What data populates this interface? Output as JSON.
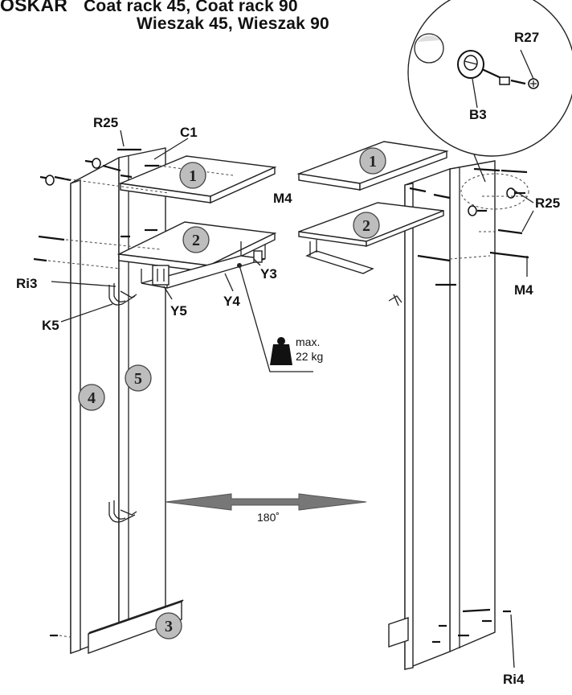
{
  "header": {
    "brand": "OSKAR",
    "subtitle_line1": "Coat rack 45, Coat rack 90",
    "subtitle_line2": "Wieszak 45, Wieszak 90"
  },
  "part_labels": {
    "r25_left": "R25",
    "c1": "C1",
    "m4_top": "M4",
    "r27": "R27",
    "b3": "B3",
    "r25_right": "R25",
    "m4_right": "M4",
    "ri3": "Ri3",
    "y3": "Y3",
    "y5": "Y5",
    "y4": "Y4",
    "k5": "K5",
    "ri4": "Ri4"
  },
  "panel_numbers": {
    "left_shelf_top": "1",
    "left_shelf_mid": "2",
    "right_shelf_top": "1",
    "right_shelf_mid": "2",
    "side_panel": "4",
    "back_panel": "5",
    "base_plank": "3"
  },
  "load": {
    "label": "max.",
    "value": "22 kg"
  },
  "rotation": {
    "label": "180˚"
  },
  "colors": {
    "badge_fill": "#bdbdbd",
    "arrow_fill": "#777777",
    "line": "#222222"
  }
}
